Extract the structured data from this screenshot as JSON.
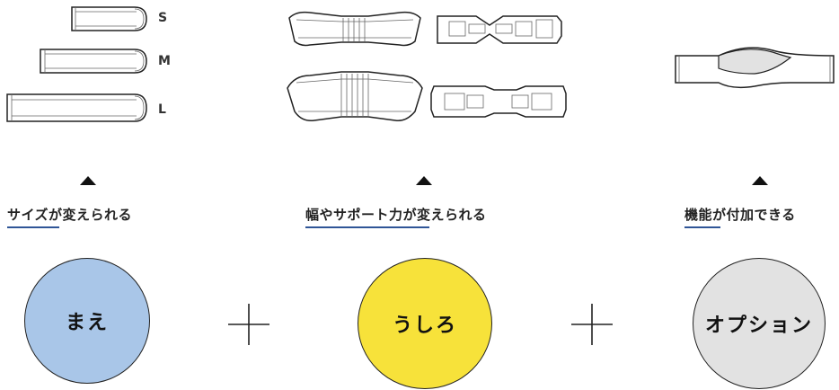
{
  "size_labels": {
    "s": "S",
    "m": "M",
    "l": "L"
  },
  "features": {
    "front": "サイズが変えられる",
    "back": "幅やサポート力が変えられる",
    "option": "機能が付加できる"
  },
  "circles": {
    "front": "まえ",
    "back": "うしろ",
    "option": "オプション"
  },
  "colors": {
    "front": "#a9c6e8",
    "back": "#f7e23a",
    "option": "#e2e2e2",
    "underline": "#2f5597"
  }
}
